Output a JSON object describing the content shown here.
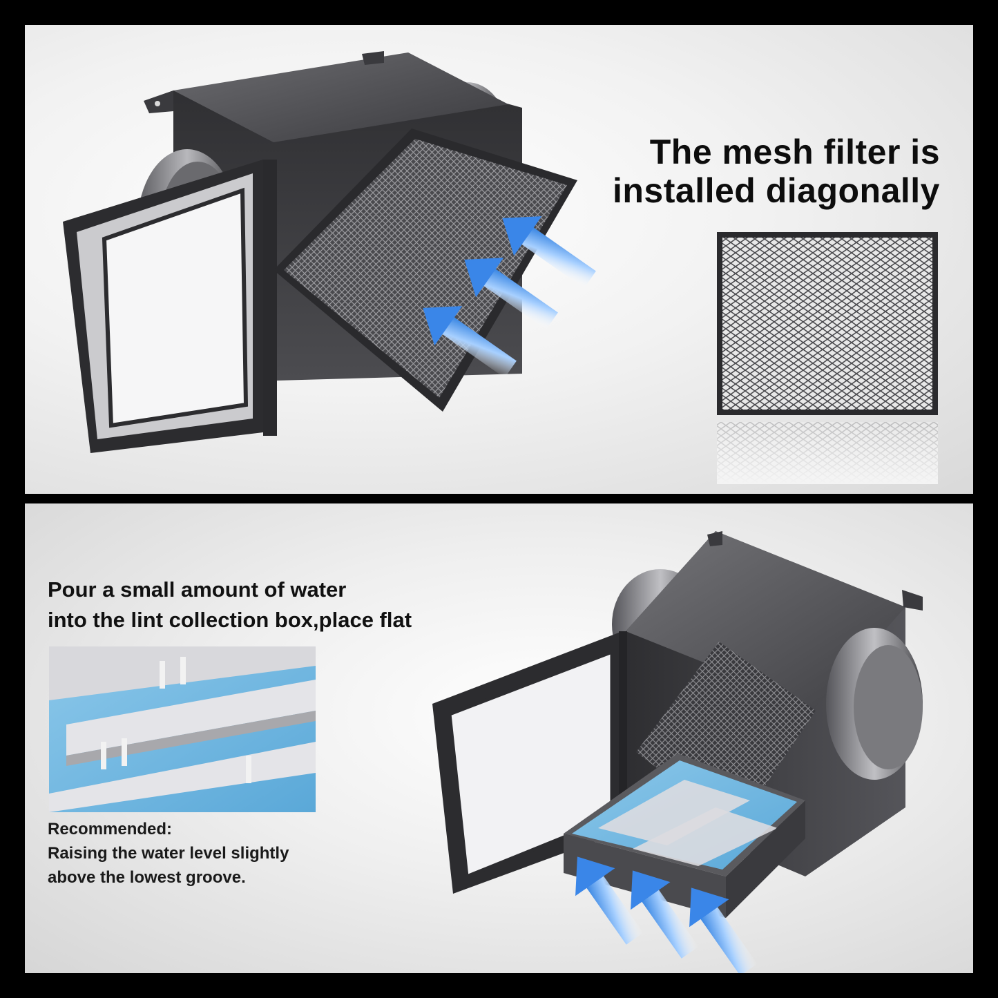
{
  "top_panel": {
    "headline_line1": "The mesh filter is",
    "headline_line2": "installed diagonally",
    "illustration": "dryer-vent-box-with-diagonal-mesh-filter",
    "inset_illustration": "mesh-filter-panel"
  },
  "bottom_panel": {
    "instruction_line1": "Pour a small amount of water",
    "instruction_line2": "into the lint collection box,place flat",
    "note_title": "Recommended:",
    "note_line1": "Raising the water level slightly",
    "note_line2": "above the lowest groove.",
    "illustration": "dryer-vent-box-with-lint-collection-tray",
    "inset_illustration": "water-tray-closeup"
  },
  "colors": {
    "background": "#000000",
    "metal_dark": "#3a3a3c",
    "metal_mid": "#5a5a5e",
    "metal_light": "#8a8a8e",
    "airflow_arrow": "#5aa0f0",
    "water": "#7cc0e8"
  }
}
